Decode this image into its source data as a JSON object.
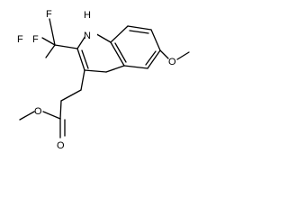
{
  "molecule": {
    "atoms": {
      "nh": "H",
      "n": "N",
      "f_top": "F",
      "f_mid": "F",
      "f_left": "F",
      "o_ring": "O",
      "o_carbonyl": "O",
      "o_ester": "O"
    }
  }
}
